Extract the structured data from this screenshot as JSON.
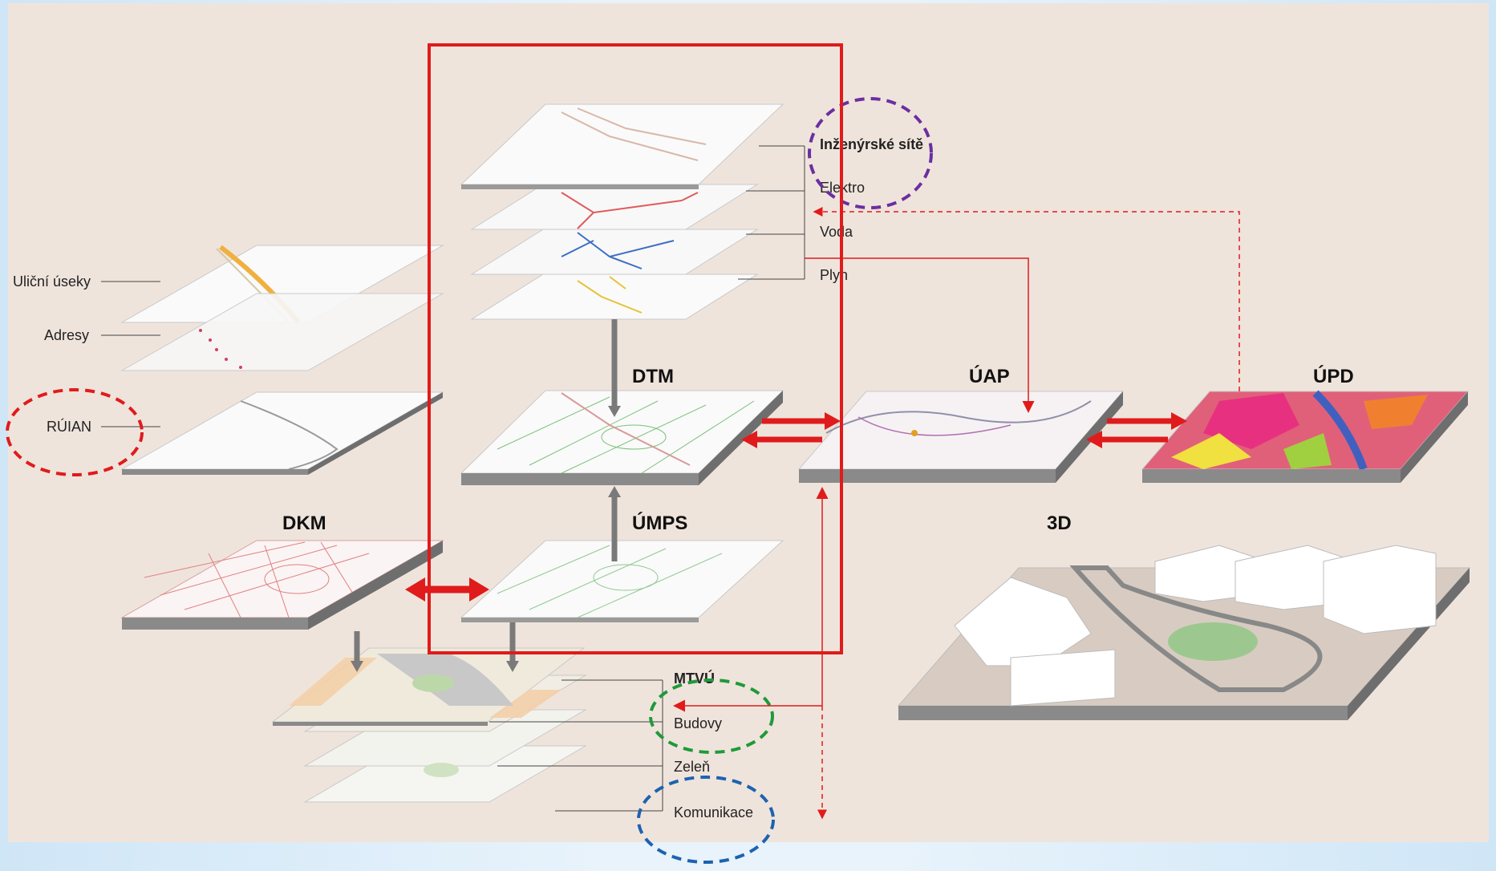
{
  "labels": {
    "ulicni_useky": "Uliční úseky",
    "adresy": "Adresy",
    "ruian": "RÚIAN",
    "dkm": "DKM",
    "dtm": "DTM",
    "umps": "ÚMPS",
    "uap": "ÚAP",
    "upd": "ÚPD",
    "three_d": "3D",
    "inzenyrske_site": "Inženýrské sítě",
    "elektro": "Elektro",
    "voda": "Voda",
    "plyn": "Plyn",
    "mtvu": "MTVÚ",
    "budovy": "Budovy",
    "zelen": "Zeleň",
    "komunikace": "Komunikace"
  },
  "colors": {
    "background": "#efe4dc",
    "highlight_frame": "#e01b1b",
    "ruian_circle": "#e01b1b",
    "inzenyrske_circle": "#6b2fa0",
    "budovy_circle": "#1f9a3a",
    "komunikace_circle": "#1e62b0",
    "elektro_net": "#e05a5a",
    "voda_net": "#3b6fc4",
    "plyn_net": "#e8c23a"
  }
}
